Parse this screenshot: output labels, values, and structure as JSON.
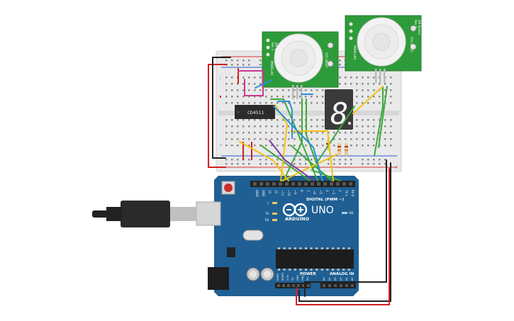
{
  "ic": {
    "label": "CD4511"
  },
  "arduino": {
    "brand": "ARDUINO",
    "model": "UNO",
    "digital_header": "DIGITAL (PWM ~)",
    "power_header": "POWER",
    "analog_header": "ANALOG IN",
    "on_label": "ON",
    "l_label": "L",
    "tx_label": "TX",
    "rx_label": "RX",
    "digital_pins": [
      "AREF",
      "GND",
      "13",
      "12",
      "~11",
      "~10",
      "~9",
      "8",
      "7",
      "~6",
      "~5",
      "4",
      "~3",
      "2",
      "TX 1",
      "RX 0"
    ],
    "power_pins": [
      "IOREF",
      "RESET",
      "3.3V",
      "5V",
      "GND",
      "GND",
      "Vin"
    ],
    "analog_pins": [
      "A0",
      "A1",
      "A2",
      "A3",
      "A4",
      "A5"
    ]
  },
  "pir_sensors": [
    {
      "line1": "PIR Sensor",
      "line2": "Rev 2",
      "line3": "555-28027",
      "line4": "PARALLAX"
    },
    {
      "line1": "PIR Sensor",
      "line2": "Rev 2",
      "line3": "555-28027",
      "line4": "PARALLAX"
    }
  ],
  "seven_segment": {
    "digit": "8"
  },
  "breadboard": {
    "row_letters_top": [
      "j",
      "i",
      "h",
      "g",
      "f"
    ],
    "row_letters_bottom": [
      "e",
      "d",
      "c",
      "b",
      "a"
    ],
    "rail_plus": "+",
    "rail_minus": "-"
  },
  "colors": {
    "board": "#1f5f93",
    "breadboard": "#e9e9e9",
    "wire_red": "#d32020",
    "wire_black": "#222222",
    "wire_green": "#3aa83a",
    "wire_yellow": "#f2c20f",
    "wire_blue": "#2a8fd8",
    "wire_purple": "#7a3aa8",
    "wire_magenta": "#d0368f",
    "pir_board": "#2e9b3a"
  }
}
